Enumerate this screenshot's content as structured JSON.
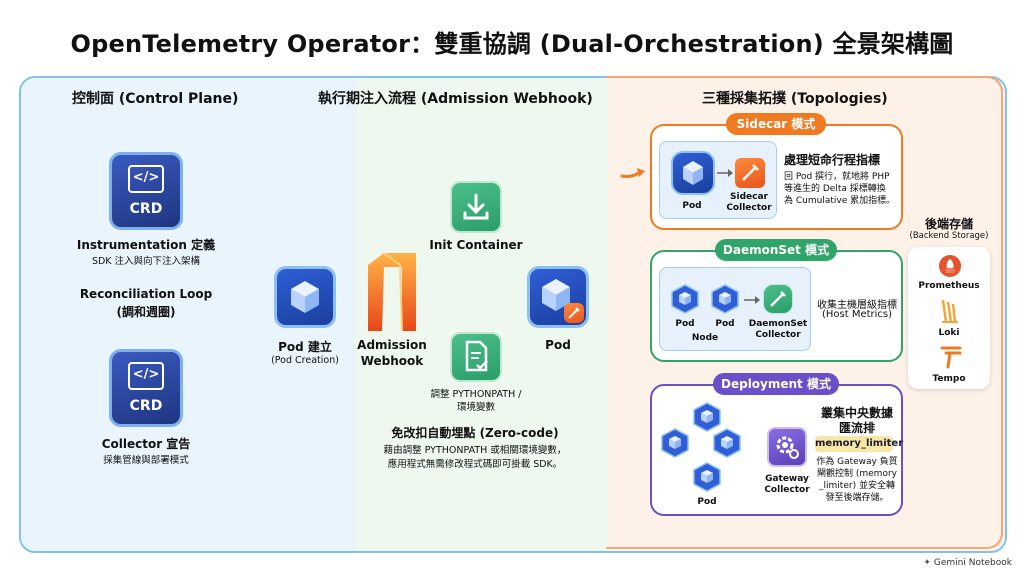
{
  "title": "OpenTelemetry Operator：雙重協調 (Dual-Orchestration) 全景架構圖",
  "control_plane": {
    "heading": "控制面 (Control Plane)",
    "crd_label": "CRD",
    "crd_icon": "code-brackets-icon",
    "instrumentation_title": "Instrumentation 定義",
    "instrumentation_sub": "SDK 注入與向下注入架構",
    "loop_line1": "Reconciliation Loop",
    "loop_line2": "(調和週圈)",
    "collector_title": "Collector 宣告",
    "collector_sub": "採集管線與部署模式"
  },
  "admission": {
    "heading": "執行期注入流程 (Admission Webhook)",
    "pod_creation": "Pod 建立",
    "pod_creation_sub": "(Pod Creation)",
    "webhook_line1": "Admission",
    "webhook_line2": "Webhook",
    "init_container": "Init Container",
    "pod_label": "Pod",
    "env_line1": "調整 PYTHONPATH /",
    "env_line2": "環境變數",
    "zero_code_title": "免改扣自動埋點 (Zero-code)",
    "zero_code_line1": "藉由調整 PYTHONPATH 或相關環境變數，",
    "zero_code_line2": "應用程式無需修改程式碼即可掛載 SDK。"
  },
  "topologies": {
    "heading": "三種採集拓撲 (Topologies)",
    "sidecar": {
      "pill": "Sidecar 模式",
      "pod": "Pod",
      "collector_line1": "Sidecar",
      "collector_line2": "Collector",
      "desc_title": "處理短命行程指標",
      "desc_line1": "回 Pod 撰行，就地將 PHP",
      "desc_line2": "等進生的 Delta 採標轉換",
      "desc_line3": "為 Cumulative 累加指標。"
    },
    "daemonset": {
      "pill": "DaemonSet 模式",
      "pod1": "Pod",
      "pod2": "Pod",
      "node": "Node",
      "collector_line1": "DaemonSet",
      "collector_line2": "Collector",
      "desc_line1": "收集主機層級指標",
      "desc_line2": "(Host Metrics)"
    },
    "deployment": {
      "pill": "Deployment 模式",
      "pod": "Pod",
      "gateway_line1": "Gateway",
      "gateway_line2": "Collector",
      "desc_title_line1": "叢集中央數據",
      "desc_title_line2": "匯流排",
      "mem_tag": "memory_limiter",
      "desc_line1": "作為 Gateway 負質",
      "desc_line2": "閘觀控制 (memory",
      "desc_line3": "_limiter) 並安全轉",
      "desc_line4": "發至後端存儲。"
    }
  },
  "backend": {
    "title": "後端存儲",
    "sub": "(Backend Storage)",
    "items": [
      "Prometheus",
      "Loki",
      "Tempo"
    ]
  },
  "footer": "Gemini Notebook",
  "colors": {
    "sidecar": "#f07a22",
    "daemonset": "#2fa56a",
    "deployment": "#6b4fc8",
    "left_zone": "#e9f4fc",
    "mid_zone": "#eef8ef",
    "right_zone": "#fdf1e8"
  }
}
